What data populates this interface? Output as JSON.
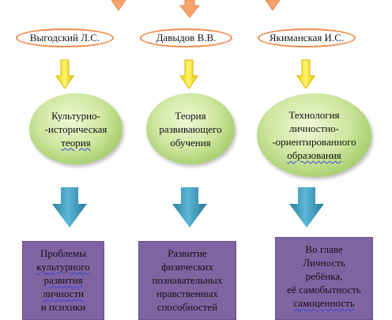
{
  "authors": [
    {
      "name": "Выгодский Л.С."
    },
    {
      "name": "Давыдов В.В."
    },
    {
      "name": "Якиманская И.С."
    }
  ],
  "theories": [
    {
      "lines": [
        "Культурно-",
        "-историческая",
        "теория"
      ]
    },
    {
      "lines": [
        "Теория",
        "развивающего",
        "обучения"
      ]
    },
    {
      "lines": [
        "Технология",
        "личностно-",
        "-ориентированного",
        "образования"
      ]
    }
  ],
  "topics": [
    {
      "lines": [
        "Проблемы",
        "культурного",
        "развития",
        "личности",
        "и психики"
      ]
    },
    {
      "lines": [
        "Развитие",
        "физических",
        "познавательных",
        "нравственных",
        "способностей"
      ]
    },
    {
      "lines": [
        "Во главе",
        "Личность",
        "ребёнка,",
        "её самобытность",
        "самоценность"
      ]
    }
  ],
  "colors": {
    "top_arrow": "#f5a46a",
    "name_border": "#f08a4b",
    "yellow_arrow": "#f8e81c",
    "circle": "#a7cf6a",
    "teal_arrow": "#3d98b8",
    "topic_box": "#8064a2"
  }
}
